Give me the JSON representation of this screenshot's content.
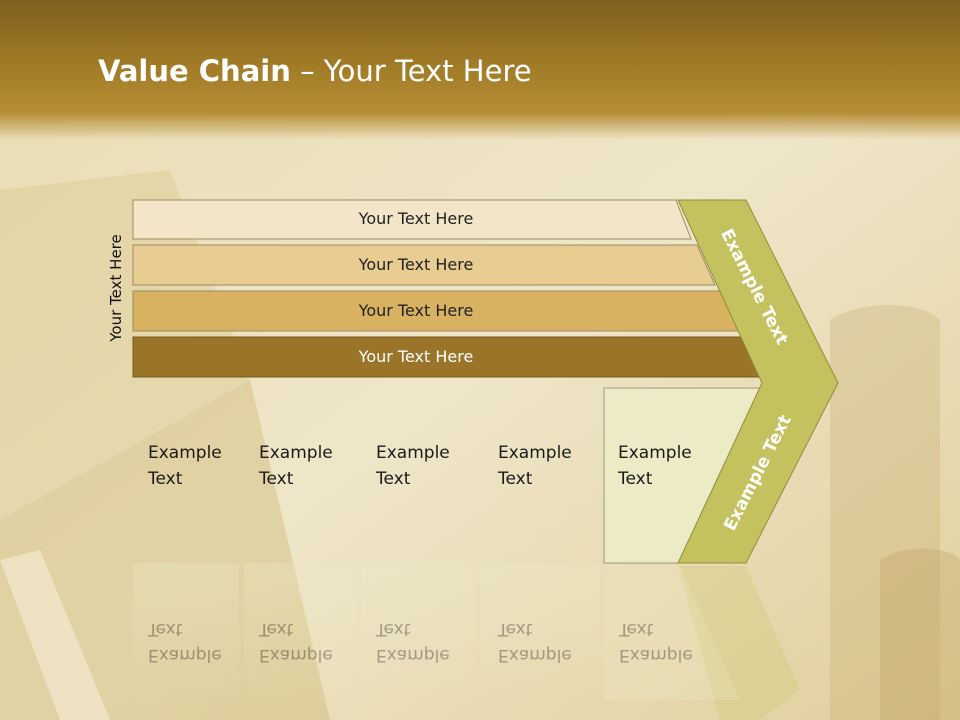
{
  "slide": {
    "title_bold": "Value Chain",
    "title_rest": " – Your Text Here",
    "side_label": "Your Text Here"
  },
  "bands": [
    {
      "label": "Your Text Here",
      "color": "#f3e6c8"
    },
    {
      "label": "Your Text Here",
      "color": "#e8cc92"
    },
    {
      "label": "Your Text Here",
      "color": "#d8b161"
    },
    {
      "label": "Your Text Here",
      "color": "#9a7428"
    }
  ],
  "boxes": [
    {
      "line1": "Example",
      "line2": "Text"
    },
    {
      "line1": "Example",
      "line2": "Text"
    },
    {
      "line1": "Example",
      "line2": "Text"
    },
    {
      "line1": "Example",
      "line2": "Text"
    },
    {
      "line1": "Example",
      "line2": "Text"
    }
  ],
  "chevron": {
    "top_text": "Example Text",
    "bottom_text": "Example Text",
    "color": "#c4c25e"
  },
  "colors": {
    "box_fill": "#ecebc6",
    "title_band": "#a07a26"
  }
}
